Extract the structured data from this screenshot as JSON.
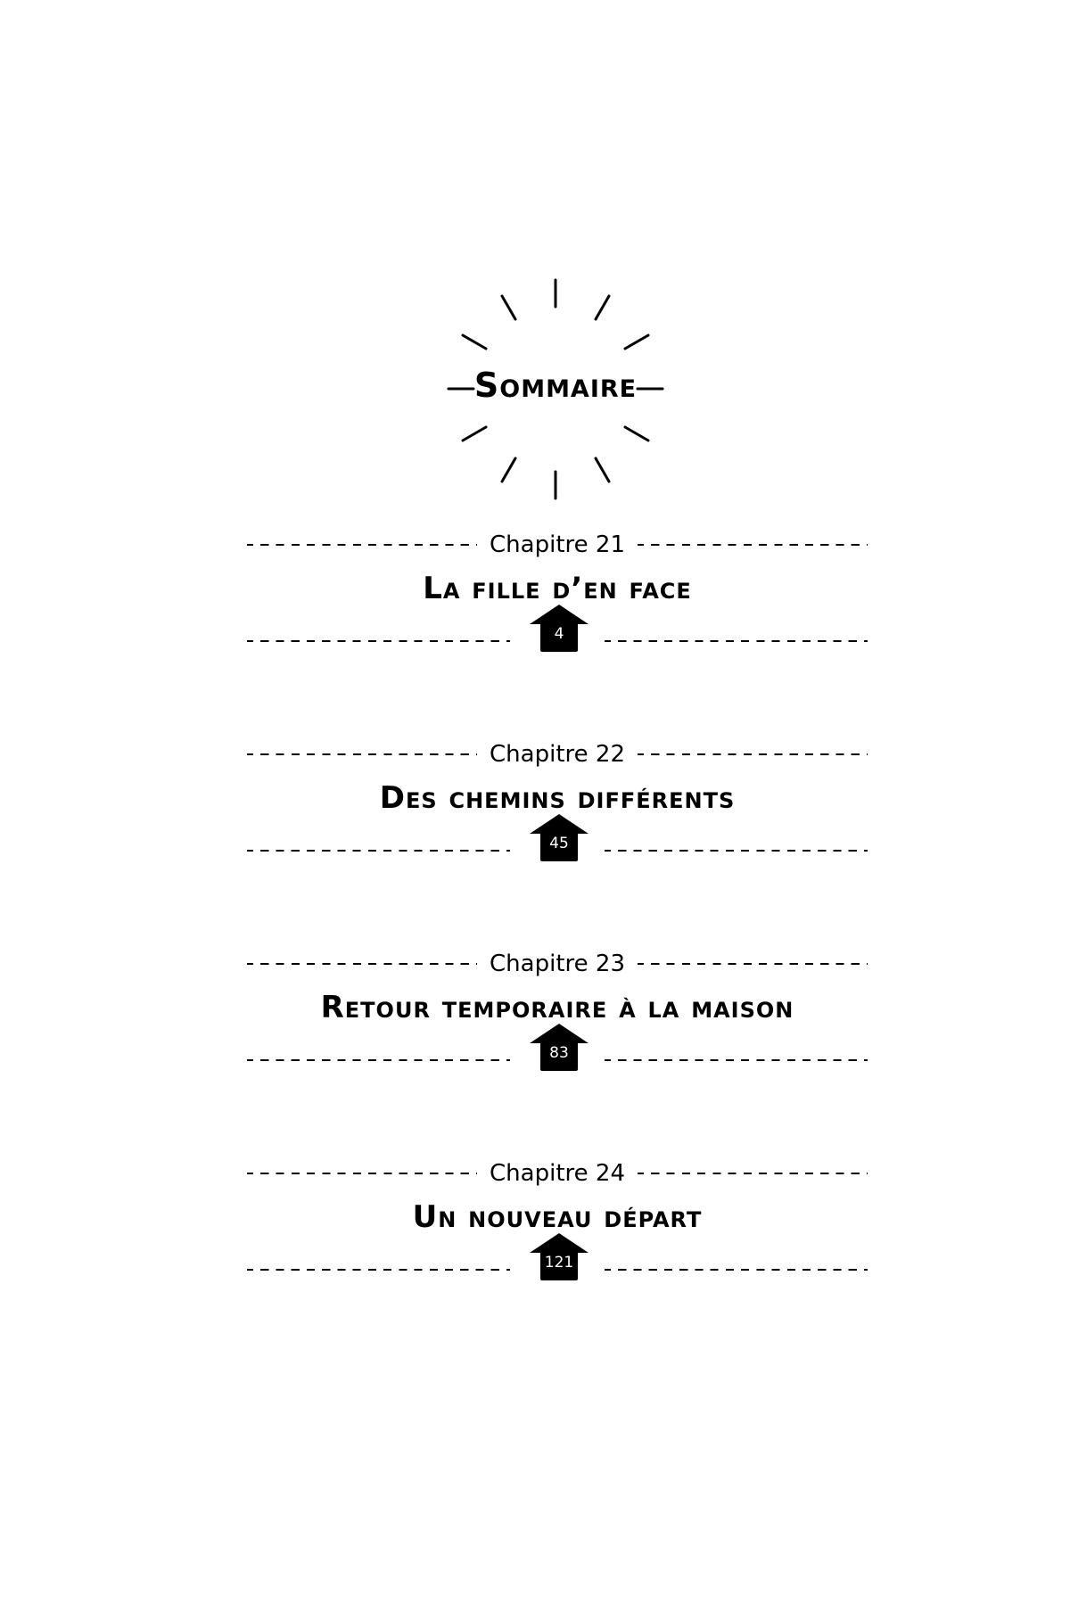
{
  "heading": "Sommaire",
  "chapters": [
    {
      "label": "Chapitre 21",
      "title": "La fille d’en face",
      "page": "4"
    },
    {
      "label": "Chapitre 22",
      "title": "Des chemins différents",
      "page": "45"
    },
    {
      "label": "Chapitre 23",
      "title": "Retour temporaire à la maison",
      "page": "83"
    },
    {
      "label": "Chapitre 24",
      "title": "Un nouveau départ",
      "page": "121"
    }
  ]
}
